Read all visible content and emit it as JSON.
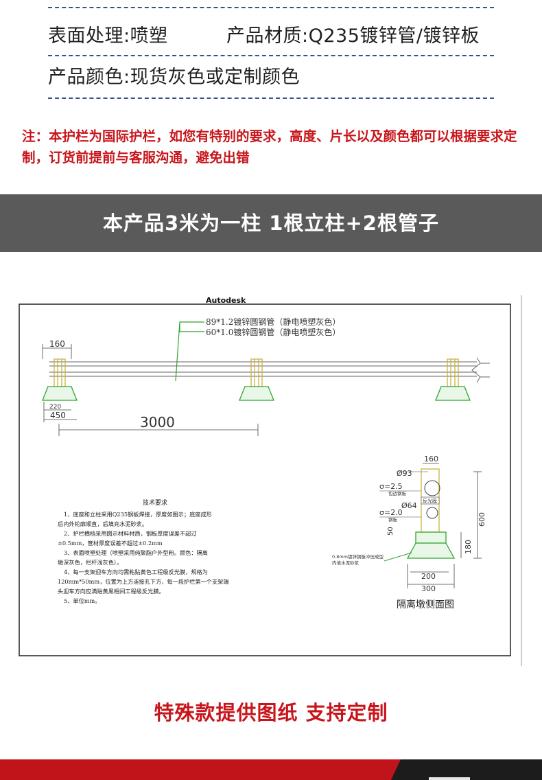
{
  "specs": {
    "surface": "表面处理:喷塑",
    "material": "产品材质:Q235镀锌管/镀锌板",
    "color": "产品颜色:现货灰色或定制颜色"
  },
  "note": "注：本护栏为国际护栏，如您有特别的要求，高度、片长以及颜色都可以根据要求定制，订货前提前与客服沟通，避免出错",
  "banner": "本产品3米为一柱 1根立柱+2根管子",
  "drawing": {
    "watermark": "Autodesk",
    "pipe1": "89*1.2镀锌圆钢管（静电喷塑灰色）",
    "pipe2": "60*1.0镀锌圆钢管（静电喷塑灰色）",
    "dim_160": "160",
    "dim_220": "220",
    "dim_450": "450",
    "dim_3000": "3000",
    "side": {
      "d93": "Ø93",
      "d64": "Ø64",
      "t25": "σ=2.5",
      "t25_note": "包边钢板",
      "t20": "σ=2.0",
      "t20_note": "钢板",
      "reflect": "反光膜",
      "dim_160": "160",
      "dim_600": "600",
      "dim_50": "50",
      "dim_180": "180",
      "dim_200": "200",
      "dim_300": "300",
      "base_note1": "0.8mm镀锌钢板冲压成型",
      "base_note2": "内填水泥砂浆",
      "title": "隔离墩侧面图"
    },
    "tech": {
      "title": "技术要求",
      "lines": [
        "1、底座和立柱采用Q235钢板焊接，厚度如图示；底座成形",
        "后内外轮廓顺直，后填充水泥砂浆。",
        "2、护栏横档采用圆示材料材质，钢板厚度误差不超过",
        "±0.5mm，管材厚度误差不超过±0.2mm",
        "3、表面喷塑处理（喷塑采用纯聚脂户外型粉。颜色：隔离",
        "墩深灰色，栏杆浅灰色）。",
        "4、每一支架迎车方向均需粘贴黄色工程级反光膜，规格为",
        "120mm*50mm，位置为上方连接孔下方，每一段护栏第一个支架端",
        "头迎车方向应满贴黄黑相间工程级反光膜。",
        "5、单位mm。"
      ]
    }
  },
  "custom_note": "特殊款提供图纸 支持定制",
  "colors": {
    "accent_red": "#c8151b",
    "banner_gray": "#5a5a5a",
    "dash_blue": "#3a4f8f",
    "cad_green": "#2fa52f",
    "cad_yellow": "#c9b23a"
  }
}
